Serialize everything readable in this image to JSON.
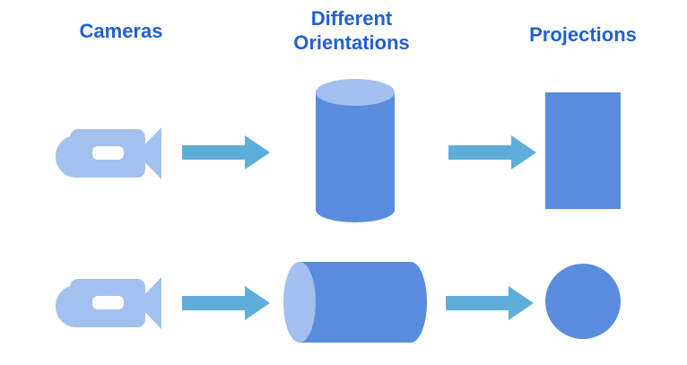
{
  "headers": {
    "cameras": "Cameras",
    "orientations_line1": "Different",
    "orientations_line2": "Orientations",
    "projections": "Projections"
  },
  "colors": {
    "background": "#ffffff",
    "heading_text": "#2160d3",
    "camera_fill": "#a3c1ef",
    "camera_slot_fill": "#ffffff",
    "arrow_fill": "#5fadda",
    "solid_shape_fill": "#5a8cde",
    "cylinder_cap_fill": "#a3bfee"
  },
  "icons": {
    "camera": "video-camera-icon",
    "arrow": "arrow-right-icon",
    "row1_orientation": "vertical-cylinder-shape",
    "row1_projection": "rectangle-shape",
    "row2_orientation": "horizontal-cylinder-shape",
    "row2_projection": "circle-shape"
  }
}
